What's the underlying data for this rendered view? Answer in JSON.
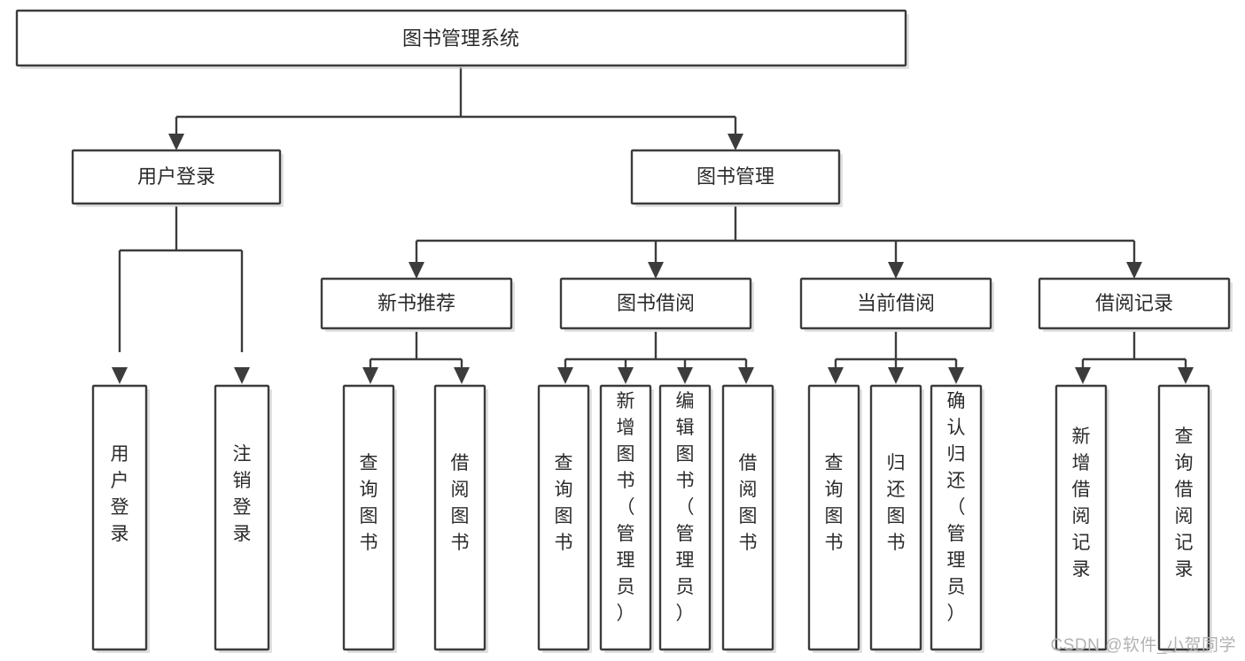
{
  "diagram": {
    "type": "tree-hierarchy",
    "title": "图书管理系统",
    "orientation": "top-down",
    "colors": {
      "box_stroke": "#3c3c3c",
      "box_fill": "#ffffff",
      "text": "#2b2b2b",
      "connector": "#3c3c3c",
      "watermark": "#b3b3b3",
      "background": "#ffffff"
    },
    "root": {
      "id": "root",
      "label": "图书管理系统"
    },
    "level2": [
      {
        "id": "user-login",
        "label": "用户登录"
      },
      {
        "id": "book-manage",
        "label": "图书管理"
      }
    ],
    "level3": [
      {
        "id": "new-book-recommend",
        "label": "新书推荐"
      },
      {
        "id": "book-borrow",
        "label": "图书借阅"
      },
      {
        "id": "current-borrow",
        "label": "当前借阅"
      },
      {
        "id": "borrow-record",
        "label": "借阅记录"
      }
    ],
    "leaves": {
      "user-login": [
        {
          "id": "leaf-user-login",
          "label": "用户登录"
        },
        {
          "id": "leaf-user-logout",
          "label": "注销登录"
        }
      ],
      "new-book-recommend": [
        {
          "id": "leaf-query-book-1",
          "label": "查询图书"
        },
        {
          "id": "leaf-borrow-book-1",
          "label": "借阅图书"
        }
      ],
      "book-borrow": [
        {
          "id": "leaf-query-book-2",
          "label": "查询图书"
        },
        {
          "id": "leaf-add-book",
          "label": "新增图书（管理员）"
        },
        {
          "id": "leaf-edit-book",
          "label": "编辑图书（管理员）"
        },
        {
          "id": "leaf-borrow-book-2",
          "label": "借阅图书"
        }
      ],
      "current-borrow": [
        {
          "id": "leaf-query-book-3",
          "label": "查询图书"
        },
        {
          "id": "leaf-return-book",
          "label": "归还图书"
        },
        {
          "id": "leaf-confirm-return",
          "label": "确认归还（管理员）"
        }
      ],
      "borrow-record": [
        {
          "id": "leaf-add-record",
          "label": "新增借阅记录"
        },
        {
          "id": "leaf-query-record",
          "label": "查询借阅记录"
        }
      ]
    }
  },
  "watermark": {
    "text": "CSDN @软件_小贺同学"
  }
}
